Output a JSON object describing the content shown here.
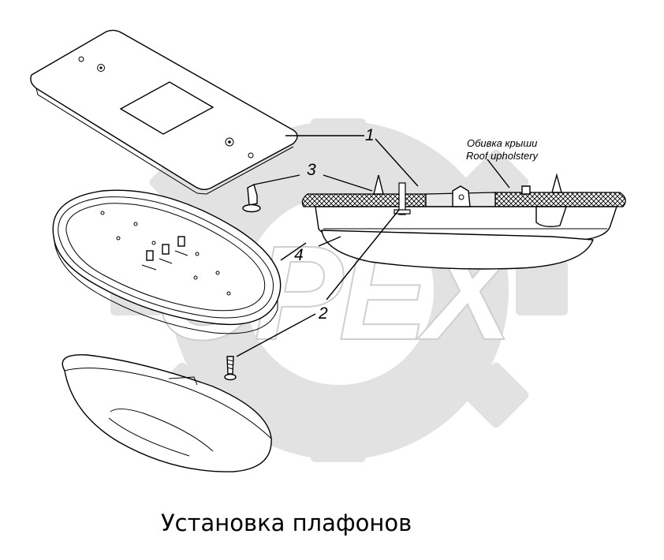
{
  "diagram": {
    "callouts": {
      "c1": "1",
      "c2": "2",
      "c3": "3",
      "c4": "4"
    },
    "note_ru": "Обивка крыши",
    "note_en": "Roof upholstery",
    "watermark_text": "OPEX",
    "caption": "Установка плафонов"
  }
}
